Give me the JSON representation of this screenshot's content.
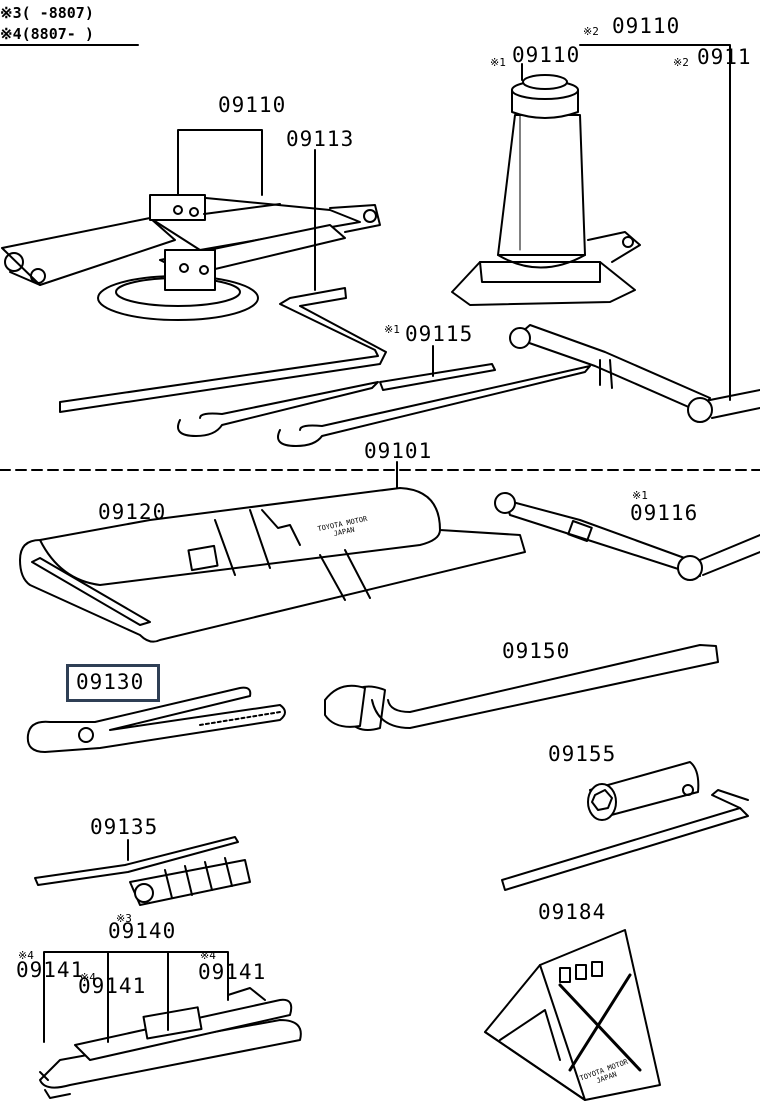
{
  "legend": [
    {
      "mark": "※3",
      "text": "(    -8807)"
    },
    {
      "mark": "※4",
      "text": "(8807-     )"
    }
  ],
  "parts": [
    {
      "id": "p1",
      "number": "09110"
    },
    {
      "id": "p2",
      "number": "09113"
    },
    {
      "id": "p3",
      "number": "09110",
      "mark": "※2"
    },
    {
      "id": "p4",
      "number": "09110",
      "mark": "※1"
    },
    {
      "id": "p5",
      "number": "0911",
      "mark": "※2"
    },
    {
      "id": "p6",
      "number": "09115",
      "mark": "※1"
    },
    {
      "id": "p7",
      "number": "09101"
    },
    {
      "id": "p8",
      "number": "09120"
    },
    {
      "id": "p9",
      "number": "09116",
      "mark": "※1"
    },
    {
      "id": "p10",
      "number": "09130",
      "highlighted": true
    },
    {
      "id": "p11",
      "number": "09150"
    },
    {
      "id": "p12",
      "number": "09155"
    },
    {
      "id": "p13",
      "number": "09135"
    },
    {
      "id": "p14",
      "number": "09140",
      "mark": "※3"
    },
    {
      "id": "p15",
      "number": "09141",
      "mark": "※4"
    },
    {
      "id": "p16",
      "number": "09141",
      "mark": "※4"
    },
    {
      "id": "p17",
      "number": "09141",
      "mark": "※4"
    },
    {
      "id": "p18",
      "number": "09184"
    }
  ],
  "tool_bag": {
    "print_line_1": "TOYOTA MOTOR",
    "print_line_2": "JAPAN"
  },
  "chock": {
    "print_line_1": "TOYOTA MOTOR",
    "print_line_2": "JAPAN"
  },
  "colors": {
    "ink": "#000000",
    "highlight_box": "#2f3f55",
    "paper": "#ffffff"
  }
}
